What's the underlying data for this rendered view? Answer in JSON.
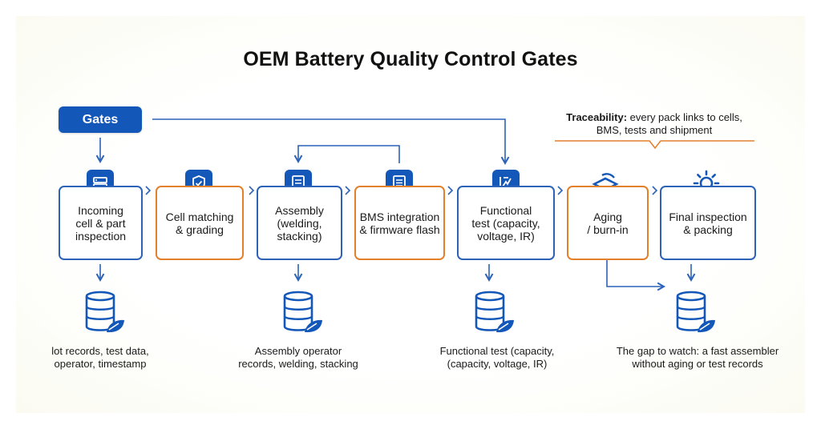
{
  "title": "OEM Battery Quality Control Gates",
  "gates_button": "Gates",
  "traceability": {
    "label": "Traceability:",
    "line1": "every pack links to cells,",
    "line2": "BMS, tests and shipment"
  },
  "stages": [
    {
      "lines": [
        "Incoming",
        "cell & part",
        "inspection"
      ],
      "icon": "server-icon",
      "accent": "#2c62b8"
    },
    {
      "lines": [
        "Cell matching",
        "& grading"
      ],
      "icon": "shield-check-icon",
      "accent": "#e3802c"
    },
    {
      "lines": [
        "Assembly",
        "(welding,",
        "stacking)"
      ],
      "icon": "checklist-icon",
      "accent": "#2c62b8"
    },
    {
      "lines": [
        "BMS integration",
        "& firmware flash"
      ],
      "icon": "document-icon",
      "accent": "#e3802c"
    },
    {
      "lines": [
        "Functional",
        "test (capacity,",
        "voltage, IR)"
      ],
      "icon": "test-chart-icon",
      "accent": "#2c62b8"
    },
    {
      "lines": [
        "Aging",
        "/ burn-in"
      ],
      "icon": "layers-icon",
      "accent": "#e3802c"
    },
    {
      "lines": [
        "Final inspection",
        "& packing"
      ],
      "icon": "sun-gear-icon",
      "accent": "#2c62b8"
    }
  ],
  "records": [
    {
      "icon": "database-icon",
      "lines": [
        "lot records, test data,",
        "operator, timestamp"
      ]
    },
    {
      "icon": "database-icon",
      "lines": [
        "Assembly operator",
        "records, welding, stacking"
      ]
    },
    {
      "icon": "database-icon",
      "lines": [
        "Functional test (capacity,",
        "(capacity, voltage, IR)"
      ]
    },
    {
      "icon": "database-icon",
      "lines": [
        "The gap to watch: a fast assembler",
        "without aging or test records"
      ]
    }
  ],
  "colors": {
    "brand_blue": "#1358b8",
    "border_blue": "#2c62b8",
    "orange": "#e3802c"
  }
}
